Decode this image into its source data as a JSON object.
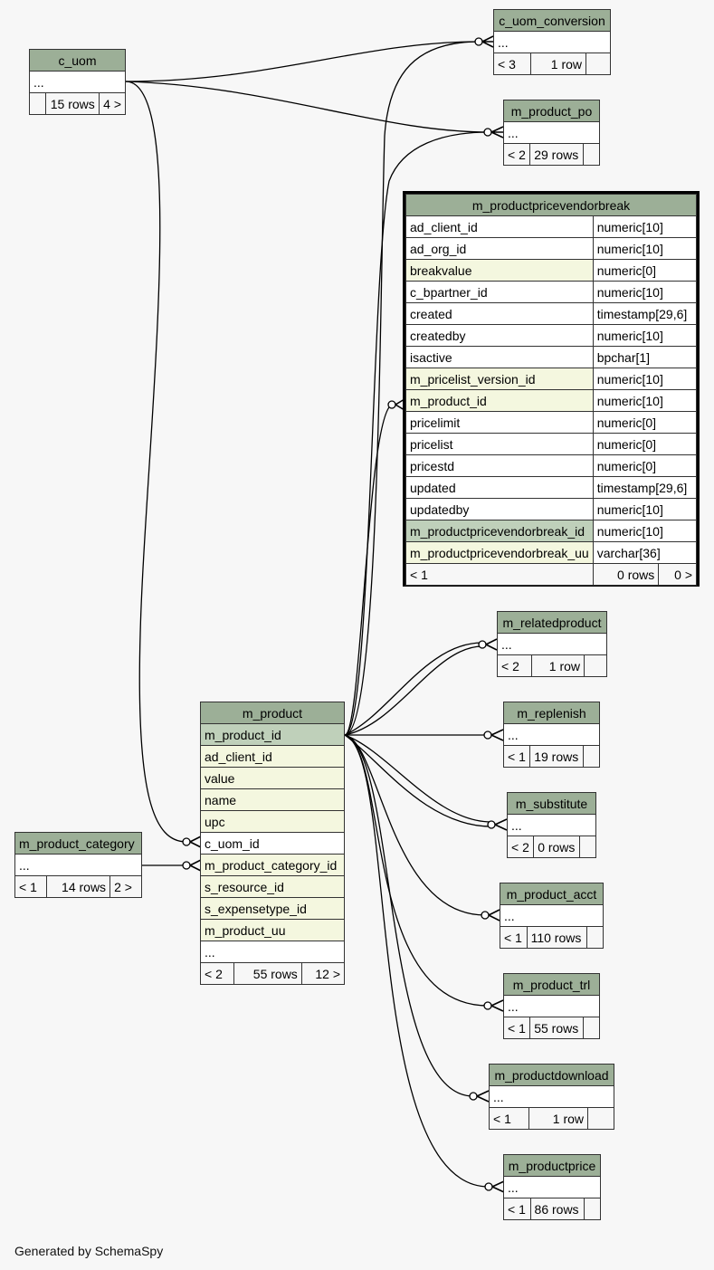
{
  "footer": "Generated by SchemaSpy",
  "colors": {
    "header": "#9caf97",
    "primary_key": "#bfd0ba",
    "indexed": "#f4f7df",
    "background": "#f7f7f7"
  },
  "tables": {
    "c_uom": {
      "name": "c_uom",
      "ellipsis": "...",
      "parents": "",
      "rows": "15 rows",
      "children": "4 >"
    },
    "c_uom_conversion": {
      "name": "c_uom_conversion",
      "ellipsis": "...",
      "parents": "< 3",
      "rows": "1 row",
      "children": ""
    },
    "m_product_po": {
      "name": "m_product_po",
      "ellipsis": "...",
      "parents": "< 2",
      "rows": "29 rows",
      "children": ""
    },
    "m_productpricevendorbreak": {
      "name": "m_productpricevendorbreak",
      "columns": [
        {
          "name": "ad_client_id",
          "type": "numeric[10]",
          "kind": "plain"
        },
        {
          "name": "ad_org_id",
          "type": "numeric[10]",
          "kind": "plain"
        },
        {
          "name": "breakvalue",
          "type": "numeric[0]",
          "kind": "idx"
        },
        {
          "name": "c_bpartner_id",
          "type": "numeric[10]",
          "kind": "plain"
        },
        {
          "name": "created",
          "type": "timestamp[29,6]",
          "kind": "plain"
        },
        {
          "name": "createdby",
          "type": "numeric[10]",
          "kind": "plain"
        },
        {
          "name": "isactive",
          "type": "bpchar[1]",
          "kind": "plain"
        },
        {
          "name": "m_pricelist_version_id",
          "type": "numeric[10]",
          "kind": "idx"
        },
        {
          "name": "m_product_id",
          "type": "numeric[10]",
          "kind": "idx"
        },
        {
          "name": "pricelimit",
          "type": "numeric[0]",
          "kind": "plain"
        },
        {
          "name": "pricelist",
          "type": "numeric[0]",
          "kind": "plain"
        },
        {
          "name": "pricestd",
          "type": "numeric[0]",
          "kind": "plain"
        },
        {
          "name": "updated",
          "type": "timestamp[29,6]",
          "kind": "plain"
        },
        {
          "name": "updatedby",
          "type": "numeric[10]",
          "kind": "plain"
        },
        {
          "name": "m_productpricevendorbreak_id",
          "type": "numeric[10]",
          "kind": "pk"
        },
        {
          "name": "m_productpricevendorbreak_uu",
          "type": "varchar[36]",
          "kind": "idx"
        }
      ],
      "parents": "< 1",
      "rows": "0 rows",
      "children": "0 >"
    },
    "m_relatedproduct": {
      "name": "m_relatedproduct",
      "ellipsis": "...",
      "parents": "< 2",
      "rows": "1 row",
      "children": ""
    },
    "m_replenish": {
      "name": "m_replenish",
      "ellipsis": "...",
      "parents": "< 1",
      "rows": "19 rows",
      "children": ""
    },
    "m_substitute": {
      "name": "m_substitute",
      "ellipsis": "...",
      "parents": "< 2",
      "rows": "0 rows",
      "children": ""
    },
    "m_product_acct": {
      "name": "m_product_acct",
      "ellipsis": "...",
      "parents": "< 1",
      "rows": "110 rows",
      "children": ""
    },
    "m_product_trl": {
      "name": "m_product_trl",
      "ellipsis": "...",
      "parents": "< 1",
      "rows": "55 rows",
      "children": ""
    },
    "m_productdownload": {
      "name": "m_productdownload",
      "ellipsis": "...",
      "parents": "< 1",
      "rows": "1 row",
      "children": ""
    },
    "m_productprice": {
      "name": "m_productprice",
      "ellipsis": "...",
      "parents": "< 1",
      "rows": "86 rows",
      "children": ""
    },
    "m_product_category": {
      "name": "m_product_category",
      "ellipsis": "...",
      "parents": "< 1",
      "rows": "14 rows",
      "children": "2 >"
    },
    "m_product": {
      "name": "m_product",
      "columns": [
        {
          "name": "m_product_id",
          "kind": "pk"
        },
        {
          "name": "ad_client_id",
          "kind": "idx"
        },
        {
          "name": "value",
          "kind": "idx"
        },
        {
          "name": "name",
          "kind": "idx"
        },
        {
          "name": "upc",
          "kind": "idx"
        },
        {
          "name": "c_uom_id",
          "kind": "plain"
        },
        {
          "name": "m_product_category_id",
          "kind": "idx"
        },
        {
          "name": "s_resource_id",
          "kind": "idx"
        },
        {
          "name": "s_expensetype_id",
          "kind": "idx"
        },
        {
          "name": "m_product_uu",
          "kind": "idx"
        }
      ],
      "ellipsis": "...",
      "parents": "< 2",
      "rows": "55 rows",
      "children": "12 >"
    }
  }
}
